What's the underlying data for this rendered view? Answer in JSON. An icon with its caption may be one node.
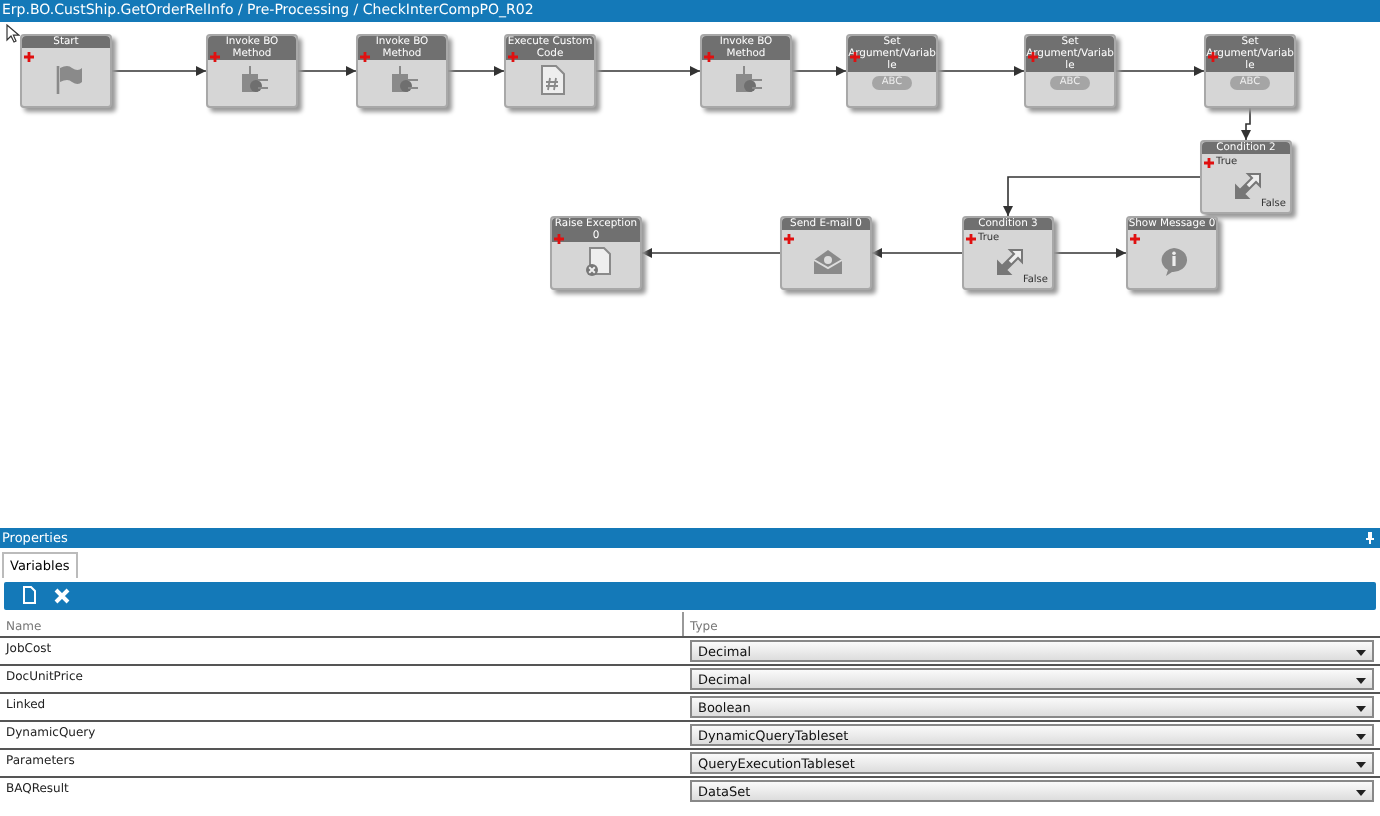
{
  "diagram": {
    "nodes": [
      {
        "text": [
          "Start"
        ]
      },
      {
        "text": [
          "Invoke BO Method"
        ]
      },
      {
        "text": [
          "Invoke BO Method"
        ]
      },
      {
        "text": [
          "Execute Custom Code"
        ]
      },
      {
        "text": [
          "Invoke BO Method"
        ]
      },
      {
        "text": [
          "Set Argument/Variable",
          "ABC"
        ]
      },
      {
        "text": [
          "Set Argument/Variable",
          "ABC"
        ]
      },
      {
        "text": [
          "Set Argument/Variable",
          "ABC"
        ]
      },
      {
        "text": [
          "Condition 2",
          "True",
          "False"
        ]
      },
      {
        "text": [
          "Condition 3",
          "True",
          "False"
        ]
      },
      {
        "text": [
          "Send E-mail 0"
        ]
      },
      {
        "text": [
          "Raise Exception 0"
        ]
      },
      {
        "text": [
          "Show Message 0"
        ]
      }
    ],
    "edges": [
      {
        "from": 0,
        "to": 1,
        "arrow": "to"
      },
      {
        "from": 1,
        "to": 2,
        "arrow": "to"
      },
      {
        "from": 2,
        "to": 3,
        "arrow": "to"
      },
      {
        "from": 3,
        "to": 4,
        "arrow": "to"
      },
      {
        "from": 4,
        "to": 5,
        "arrow": "to"
      },
      {
        "from": 5,
        "to": 6,
        "arrow": "to"
      },
      {
        "from": 6,
        "to": 7,
        "arrow": "to"
      },
      {
        "from": 7,
        "to": 8,
        "arrow": "to"
      },
      {
        "from": 8,
        "to": 9,
        "arrow": "to"
      },
      {
        "from": 9,
        "to": 10,
        "arrow": "to"
      },
      {
        "from": 10,
        "to": 11,
        "arrow": "to"
      },
      {
        "from": 9,
        "to": 12,
        "arrow": "to"
      }
    ],
    "labels": [
      "Erp.BO.CustShip.GetOrderRelInfo / Pre-Processing / CheckInterCompPO_R02",
      "Properties",
      "Variables",
      "Name",
      "Type",
      "JobCost",
      "Decimal",
      "DocUnitPrice",
      "Decimal",
      "Linked",
      "Boolean",
      "DynamicQuery",
      "DynamicQueryTableset",
      "Parameters",
      "QueryExecutionTableset",
      "BAQResult",
      "DataSet"
    ]
  }
}
